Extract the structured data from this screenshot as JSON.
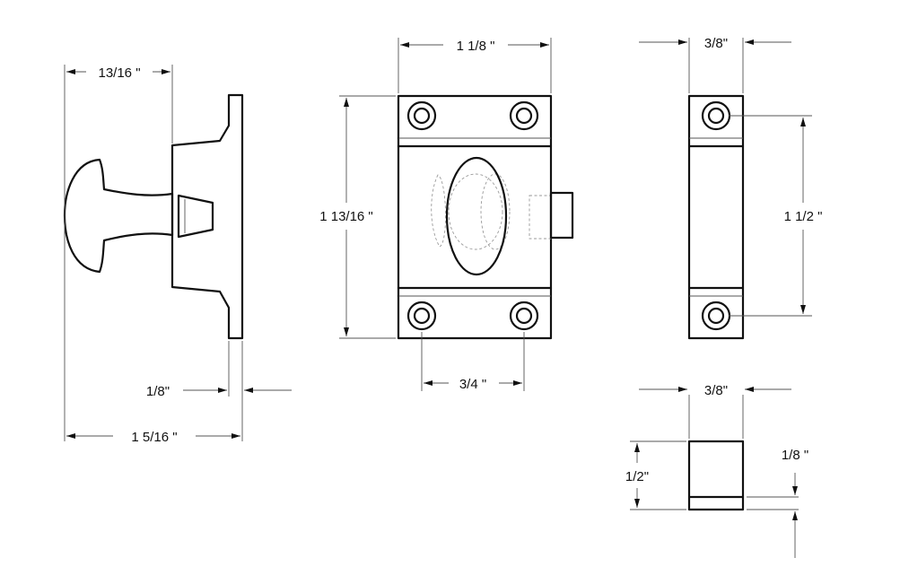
{
  "dimensions": {
    "side_depth": "13/16 \"",
    "side_plate_thickness": "1/8\"",
    "side_overall": "1  5/16 \"",
    "front_width": "1 1/8 \"",
    "front_height": "1 13/16 \"",
    "front_hole_spacing": "3/4 \"",
    "end_width": "3/8\"",
    "end_hole_spacing": "1 1/2 \"",
    "keeper_width": "3/8\"",
    "keeper_height": "1/2\"",
    "keeper_lip": "1/8 \""
  }
}
